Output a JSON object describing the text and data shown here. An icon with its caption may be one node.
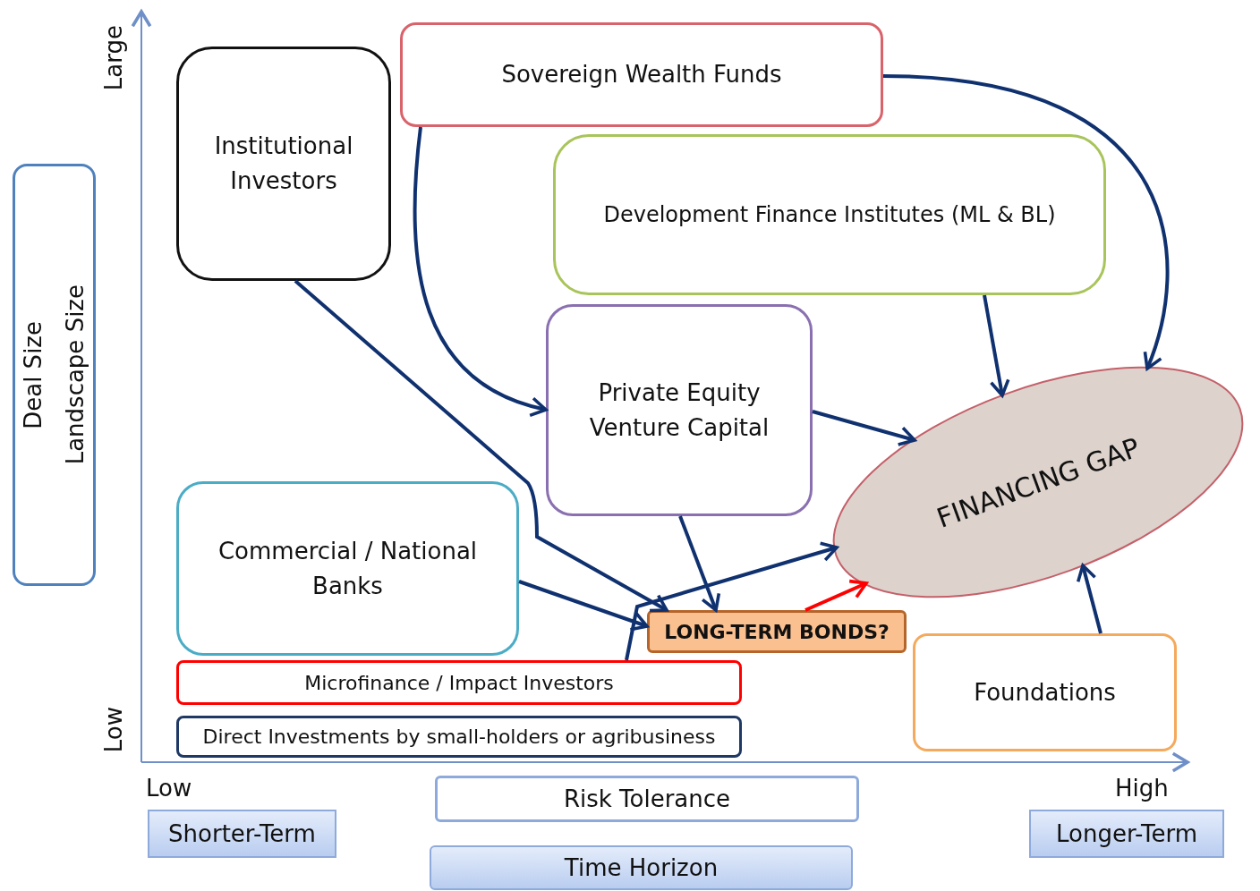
{
  "diagram": {
    "nodes": [
      {
        "text": [
          "Sovereign Wealth Funds"
        ]
      },
      {
        "text": [
          "Institutional Investors"
        ]
      },
      {
        "text": [
          "Development Finance Institutes (ML & BL)"
        ]
      },
      {
        "text": [
          "Private Equity Venture Capital"
        ]
      },
      {
        "text": [
          "Commercial / National Banks"
        ]
      },
      {
        "text": [
          "FINANCING GAP"
        ]
      },
      {
        "text": [
          "LONG-TERM BONDS?"
        ]
      },
      {
        "text": [
          "Microfinance / Impact Investors"
        ]
      },
      {
        "text": [
          "Foundations"
        ]
      },
      {
        "text": [
          "Direct Investments by small-holders or agribusiness"
        ]
      },
      {
        "text": [
          "Landscape Size",
          "Deal Size"
        ]
      },
      {
        "text": [
          "Risk Tolerance"
        ]
      },
      {
        "text": [
          "Time Horizon"
        ]
      },
      {
        "text": [
          "Shorter-Term"
        ]
      },
      {
        "text": [
          "Longer-Term"
        ]
      }
    ],
    "edges": [
      {
        "from": 0,
        "to": 3,
        "arrow": "to"
      },
      {
        "from": 0,
        "to": 5,
        "arrow": "to"
      },
      {
        "from": 1,
        "to": 6,
        "arrow": "to"
      },
      {
        "from": 2,
        "to": 5,
        "arrow": "to"
      },
      {
        "from": 3,
        "to": 5,
        "arrow": "to"
      },
      {
        "from": 4,
        "to": 6,
        "arrow": "to"
      },
      {
        "from": 3,
        "to": 6,
        "arrow": "to"
      },
      {
        "from": 7,
        "to": 5,
        "arrow": "to"
      },
      {
        "from": 6,
        "to": 5,
        "arrow": "to",
        "color": "#ff0000"
      },
      {
        "from": 8,
        "to": 5,
        "arrow": "to"
      }
    ],
    "labels": [
      "Large",
      "Low",
      "Low",
      "High"
    ]
  }
}
